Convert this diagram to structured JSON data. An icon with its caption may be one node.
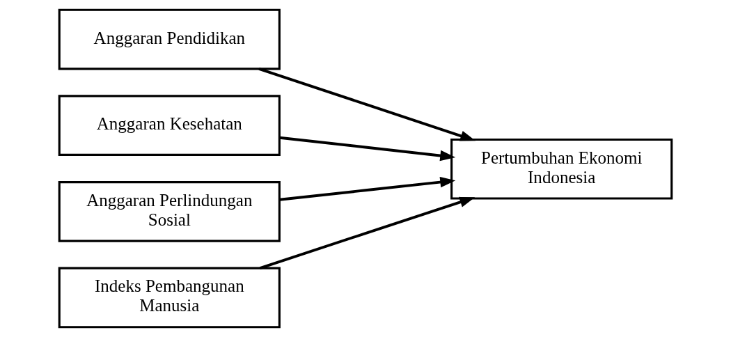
{
  "diagram": {
    "nodes": [
      {
        "text": [
          "Anggaran Pendidikan"
        ]
      },
      {
        "text": [
          "Anggaran Kesehatan"
        ]
      },
      {
        "text": [
          "Anggaran Perlindungan Sosial"
        ]
      },
      {
        "text": [
          "Indeks Pembangunan Manusia"
        ]
      },
      {
        "text": [
          "Pertumbuhan Ekonomi Indonesia"
        ]
      }
    ],
    "edges": [
      {
        "from": 0,
        "to": 4,
        "arrow": "to"
      },
      {
        "from": 1,
        "to": 4,
        "arrow": "to"
      },
      {
        "from": 2,
        "to": 4,
        "arrow": "to"
      },
      {
        "from": 3,
        "to": 4,
        "arrow": "to"
      }
    ]
  }
}
